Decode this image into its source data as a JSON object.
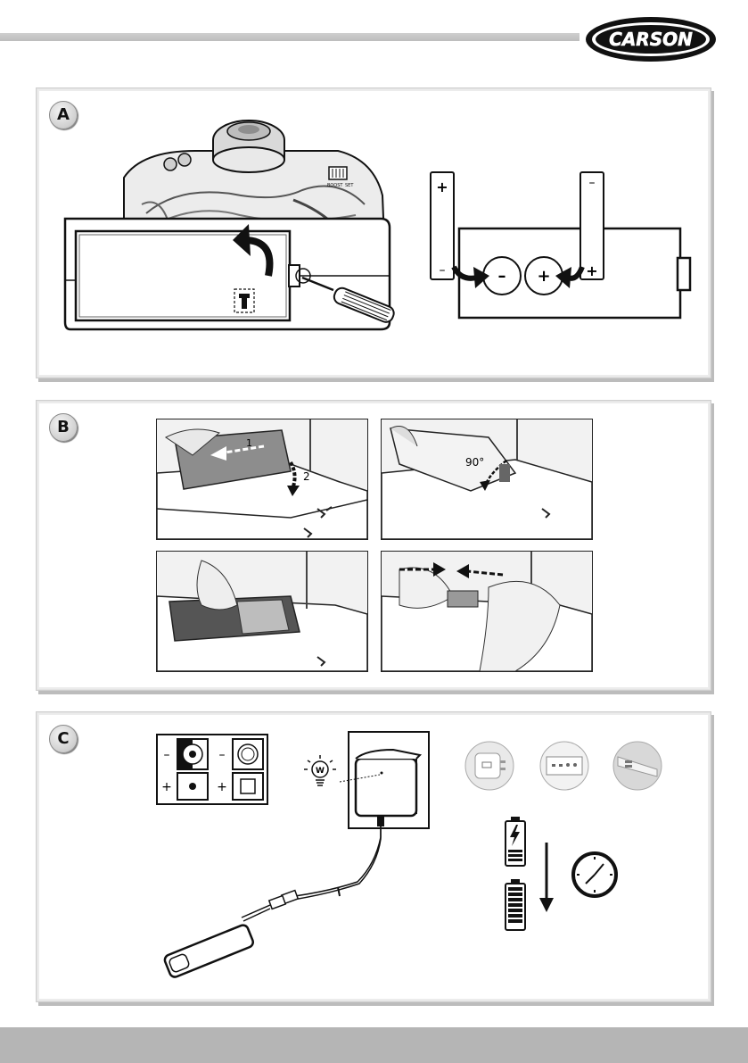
{
  "brand": {
    "logo_text": "CARSON"
  },
  "sections": [
    {
      "label": "A"
    },
    {
      "label": "B"
    },
    {
      "label": "C"
    }
  ],
  "section_a": {
    "remote_switch_labels": [
      "BOOST",
      "SET"
    ],
    "battery_left": {
      "top_sign": "+",
      "bottom_sign": "–"
    },
    "battery_right": {
      "top_sign": "–",
      "bottom_sign": "+"
    },
    "slot_left": "–",
    "slot_right": "+"
  },
  "section_b": {
    "step1": "1",
    "step2": "2",
    "angle": "90°"
  },
  "section_c": {
    "polarity": {
      "minus_a": "–",
      "minus_b": "–",
      "plus_a": "+",
      "plus_b": "+"
    },
    "bulb_label": "W"
  }
}
